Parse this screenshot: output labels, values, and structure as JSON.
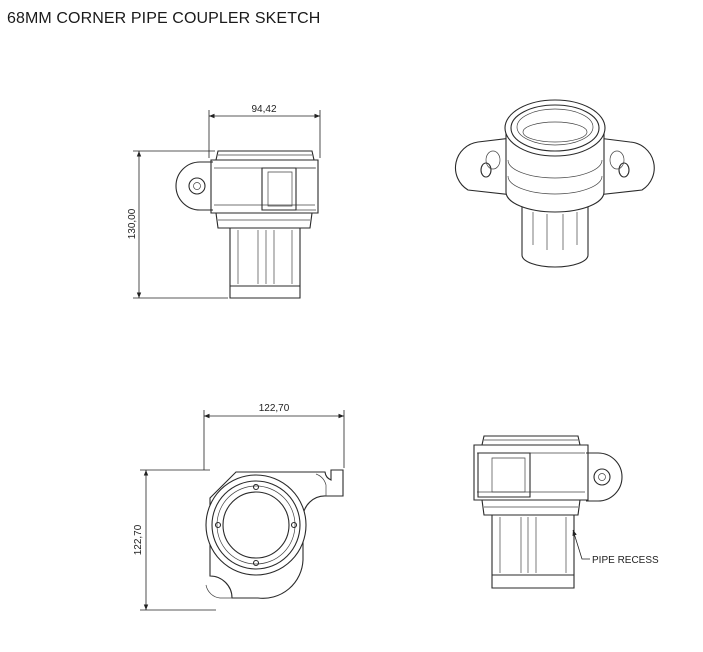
{
  "title": "68MM CORNER PIPE COUPLER SKETCH",
  "views": {
    "front": {
      "width_label": "94,42",
      "height_label": "130,00"
    },
    "top": {
      "width_label": "122,70",
      "height_label": "122,70"
    },
    "side": {
      "callout": "PIPE RECESS"
    }
  },
  "colors": {
    "line": "#2a2a2a",
    "background": "#ffffff"
  }
}
